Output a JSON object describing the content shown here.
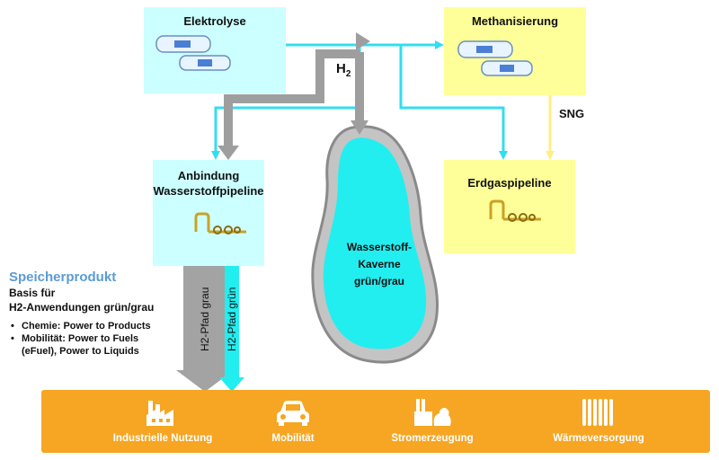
{
  "boxes": {
    "elektrolyse": "Elektrolyse",
    "methanisierung": "Methanisierung",
    "anbindung_line1": "Anbindung",
    "anbindung_line2": "Wasserstoffpipeline",
    "erdgaspipeline": "Erdgaspipeline"
  },
  "labels": {
    "h2": "H",
    "h2_sub": "2",
    "sng": "SNG",
    "pfad_grau": "H2-Pfad grau",
    "pfad_gruen": "H2-Pfad grün"
  },
  "cavern": {
    "line1": "Wasserstoff-",
    "line2": "Kaverne",
    "line3": "grün/grau"
  },
  "speicherprodukt": {
    "heading": "Speicherprodukt",
    "sub1": "Basis für",
    "sub2": "H2-Anwendungen grün/grau",
    "bullets": [
      "Chemie: Power to Products",
      "Mobilität: Power to Fuels (eFuel), Power to Liquids"
    ]
  },
  "usage": [
    {
      "label": "Industrielle Nutzung",
      "icon": "factory-icon"
    },
    {
      "label": "Mobilität",
      "icon": "car-icon"
    },
    {
      "label": "Stromerzeugung",
      "icon": "power-plant-icon"
    },
    {
      "label": "Wärmeversorgung",
      "icon": "radiator-icon"
    }
  ],
  "colors": {
    "cyan_arrow": "#33ddf0",
    "gray_arrow": "#9e9e9e",
    "light_cyan_box": "#ccffff",
    "light_yellow_box": "#ffff99",
    "orange_band": "#f6a623",
    "heading_blue": "#5b9bd5"
  }
}
